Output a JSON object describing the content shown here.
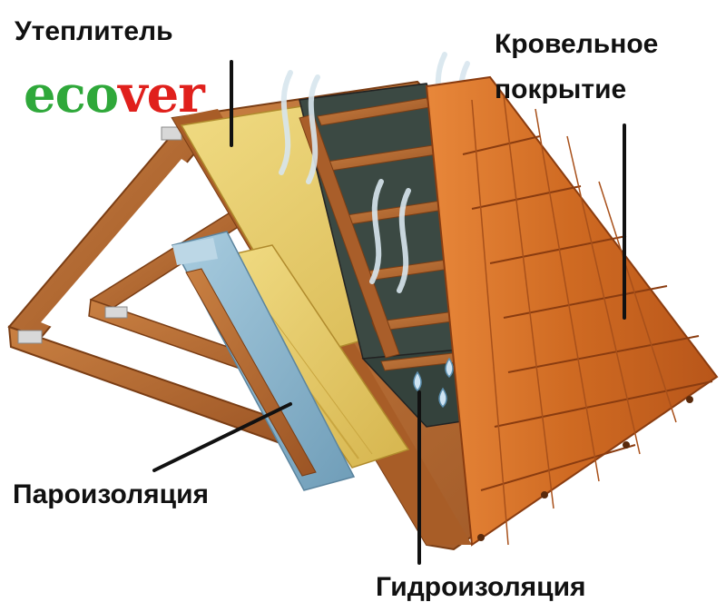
{
  "labels": {
    "insulation": "Утеплитель",
    "roof_covering_line1": "Кровельное",
    "roof_covering_line2": "покрытие",
    "vapor_barrier": "Пароизоляция",
    "waterproofing": "Гидроизоляция"
  },
  "logo": {
    "part1": "eco",
    "part2": "ver"
  },
  "colors": {
    "logo_green": "#2fa83a",
    "logo_red": "#e0201c",
    "timber": "#b5682e",
    "tile": "#d9742a",
    "insulation": "#e8cf6a",
    "membrane": "#3c4a44",
    "vapor_film": "#8fb7cf"
  }
}
